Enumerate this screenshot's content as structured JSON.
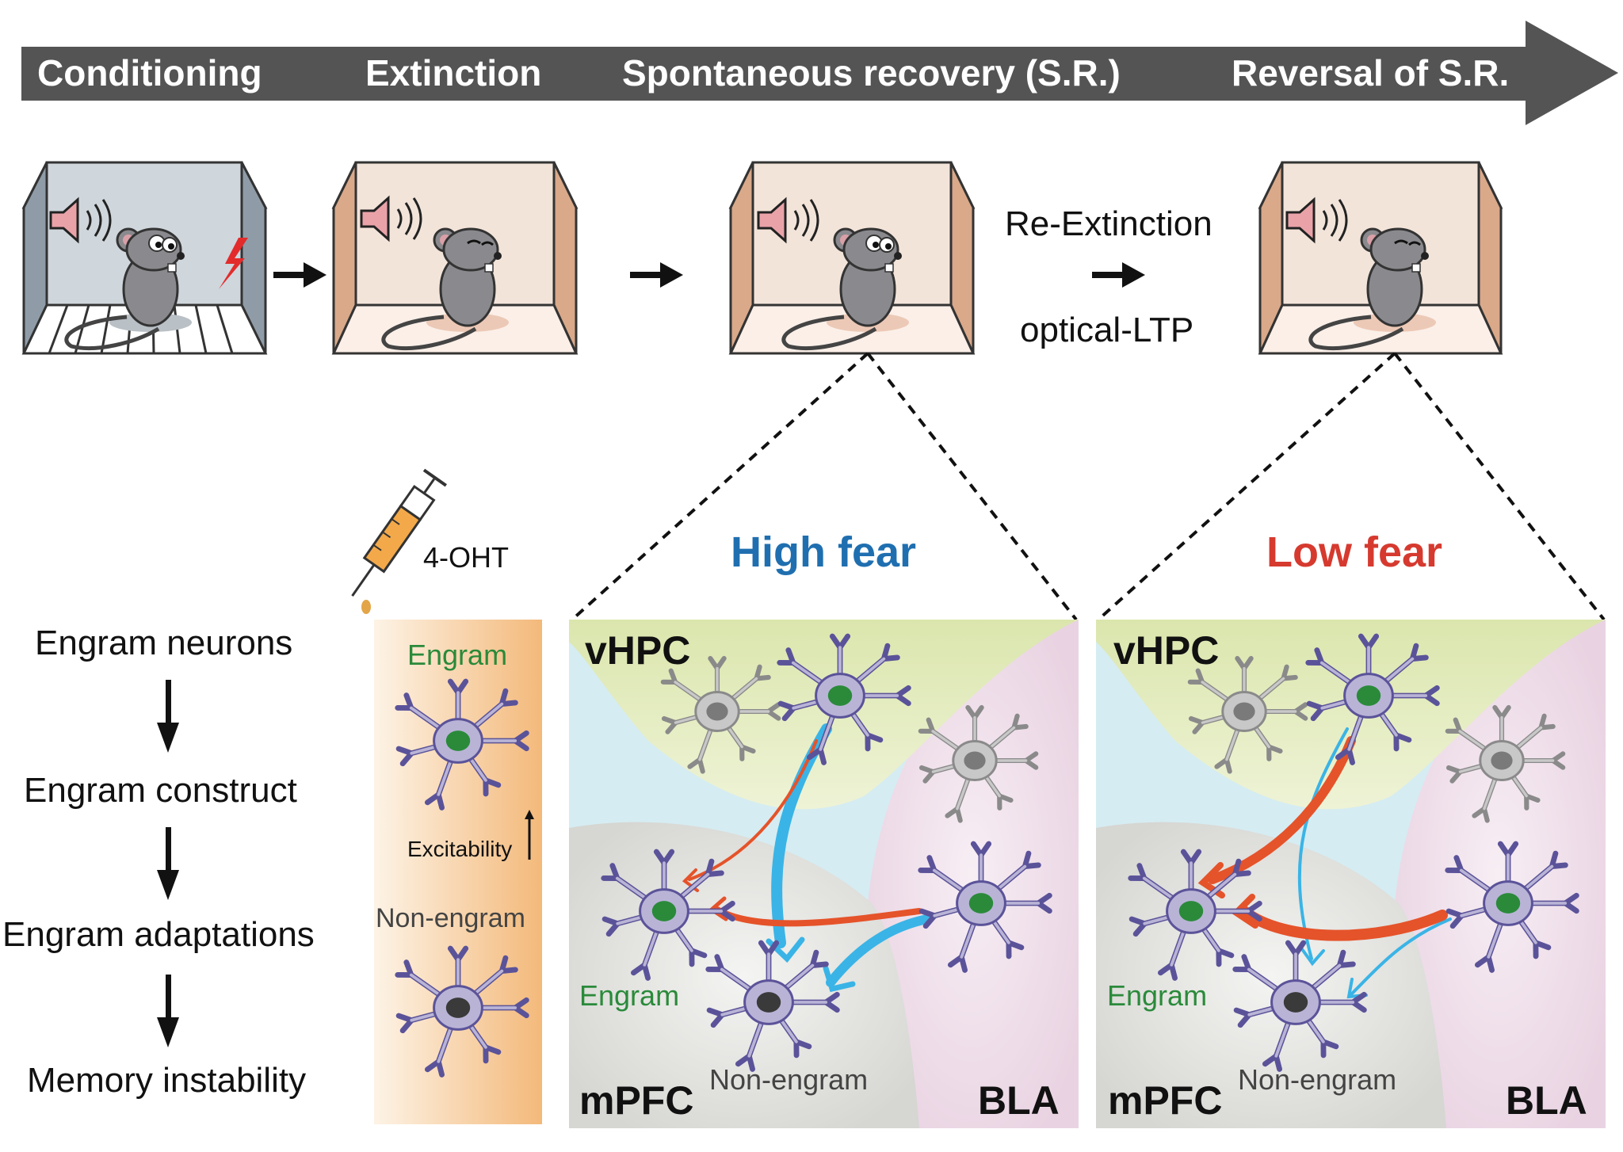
{
  "timeline": {
    "phases": [
      "Conditioning",
      "Extinction",
      "Spontaneous recovery (S.R.)",
      "Reversal of S.R."
    ]
  },
  "transition": {
    "top_label": "Re-Extinction",
    "bottom_label": "optical-LTP"
  },
  "injection": {
    "label": "4-OHT"
  },
  "flow": {
    "steps": [
      "Engram neurons",
      "Engram construct",
      "Engram adaptations",
      "Memory instability"
    ]
  },
  "legend": {
    "engram": "Engram",
    "non_engram": "Non-engram",
    "excitability": "Excitability"
  },
  "panels": [
    {
      "title": "High fear",
      "title_color": "#1f6fb0",
      "regions": [
        "vHPC",
        "mPFC",
        "BLA"
      ],
      "engram_label": "Engram",
      "non_engram_label": "Non-engram"
    },
    {
      "title": "Low fear",
      "title_color": "#d63a2f",
      "regions": [
        "vHPC",
        "mPFC",
        "BLA"
      ],
      "engram_label": "Engram",
      "non_engram_label": "Non-engram"
    }
  ],
  "colors": {
    "arrow_bar": "#545454",
    "engram_nucleus": "#2a8a3a",
    "non_engram_nucleus": "#3a3a3a",
    "neuron_body": "#b9b4d6",
    "neuron_outline": "#5b5399",
    "blue_pathway": "#3ab4e6",
    "orange_pathway": "#e5532a",
    "vhpc_region": "#dfe8b8",
    "mpfc_region": "#dcdcd8",
    "bla_region": "#ecd9e6",
    "cage_blue": "#9aa8b4",
    "cage_tan": "#d9a98a"
  }
}
